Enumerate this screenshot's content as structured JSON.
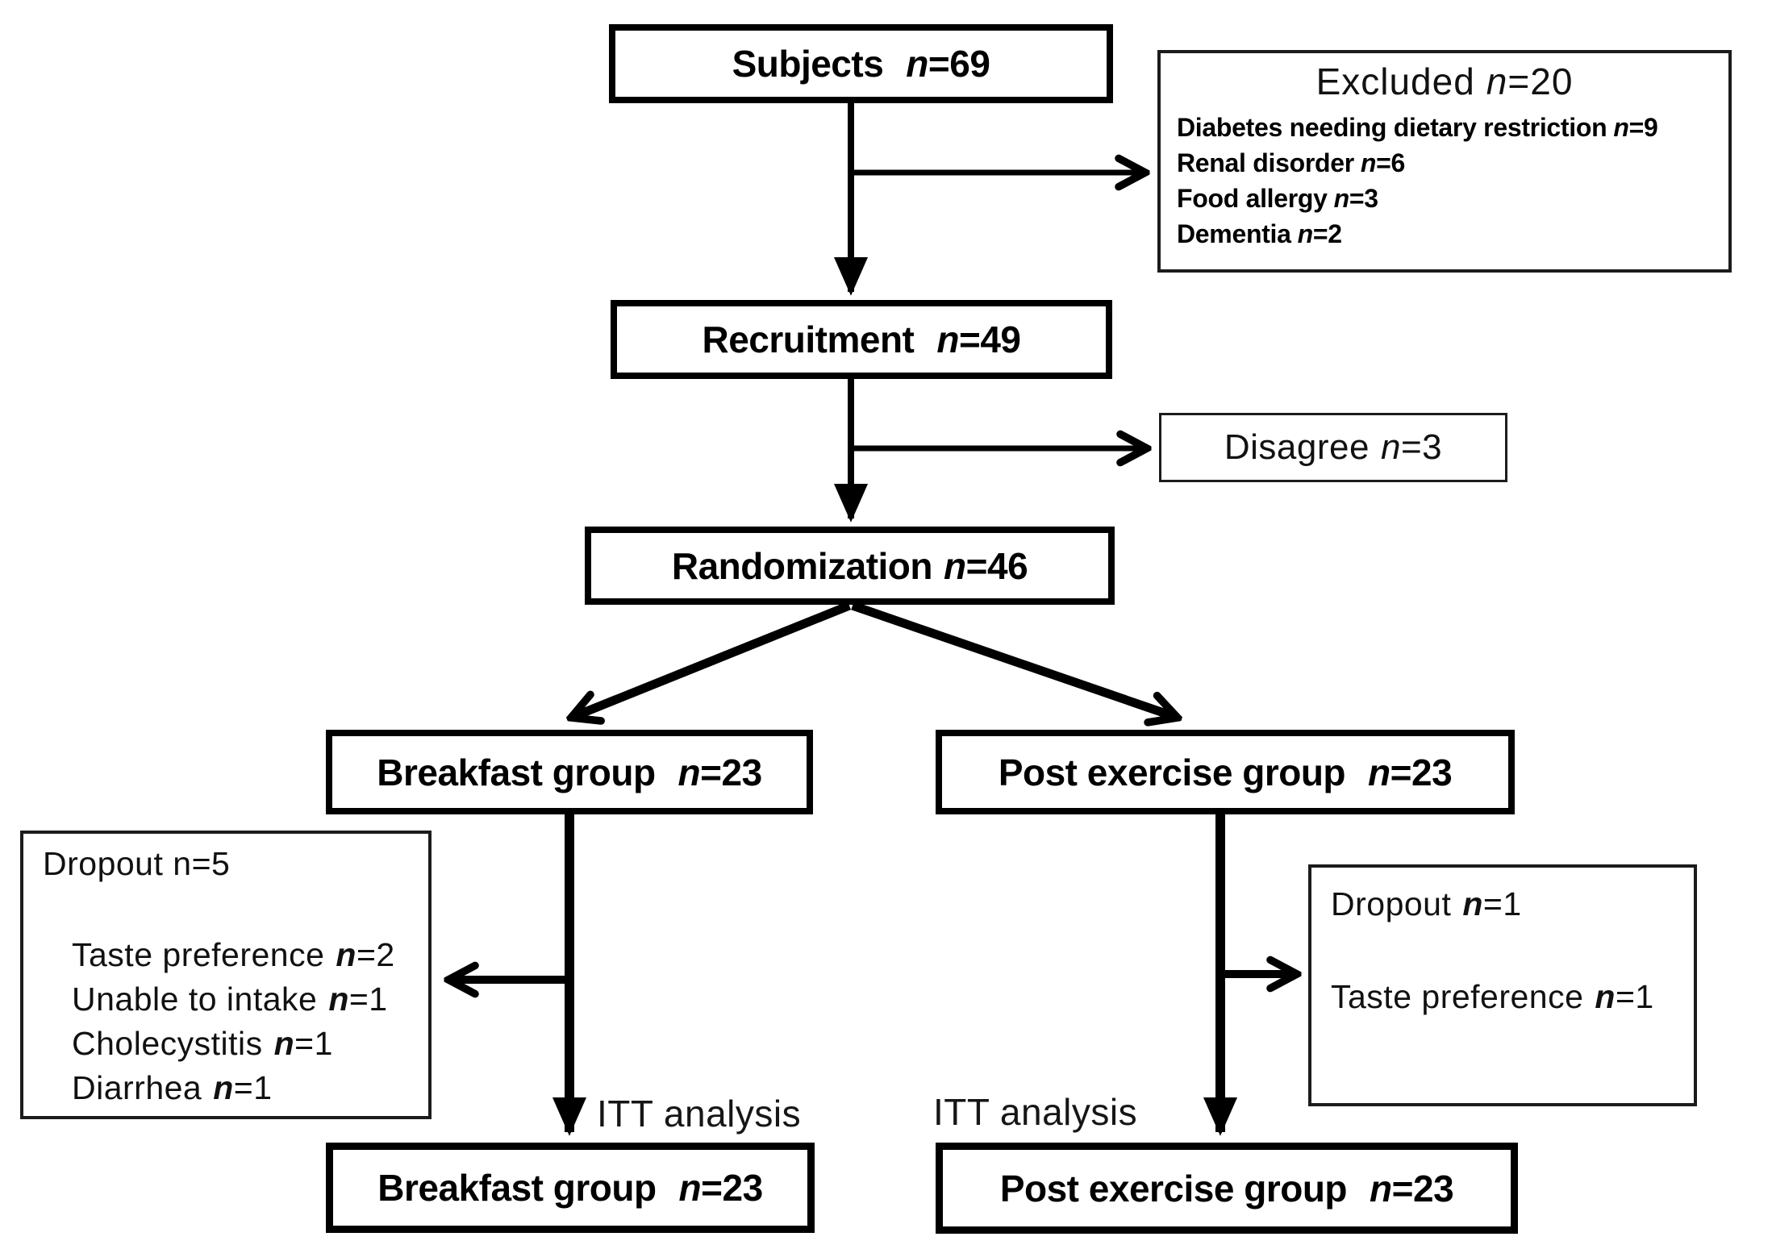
{
  "diagram": {
    "background": "#ffffff",
    "line_color": "#000000",
    "boxes": {
      "subjects": {
        "text": "Subjects",
        "n": "n",
        "value": "=69"
      },
      "excluded": {
        "title": {
          "text": "Excluded",
          "n": "n",
          "value": "=20"
        },
        "items": [
          {
            "text": "Diabetes needing dietary restriction",
            "n": "n",
            "value": "=9"
          },
          {
            "text": "Renal disorder",
            "n": "n",
            "value": "=6"
          },
          {
            "text": "Food allergy",
            "n": "n",
            "value": "=3"
          },
          {
            "text": "Dementia",
            "n": "n",
            "value": "=2"
          }
        ]
      },
      "recruitment": {
        "text": "Recruitment",
        "n": "n",
        "value": "=49"
      },
      "disagree": {
        "text": "Disagree",
        "n": "n",
        "value": "=3"
      },
      "randomization": {
        "text": "Randomization",
        "n": "n",
        "value": "=46"
      },
      "breakfast": {
        "text": "Breakfast group",
        "n": "n",
        "value": "=23"
      },
      "post_exercise": {
        "text": "Post exercise group",
        "n": "n",
        "value": "=23"
      },
      "dropout_left": {
        "title": {
          "text": "Dropout n",
          "value": "=5"
        },
        "items": [
          {
            "text": "Taste preference",
            "n": "n",
            "value": "=2"
          },
          {
            "text": "Unable to intake",
            "n": "n",
            "value": "=1"
          },
          {
            "text": "Cholecystitis",
            "n": "n",
            "value": "=1"
          },
          {
            "text": "Diarrhea",
            "n": "n",
            "value": "=1"
          }
        ]
      },
      "dropout_right": {
        "title": {
          "text": "Dropout",
          "n": "n",
          "value": "=1"
        },
        "items": [
          {
            "text": "Taste preference",
            "n": "n",
            "value": "=1"
          }
        ]
      },
      "breakfast_itt": {
        "text": "Breakfast group",
        "n": "n",
        "value": "=23"
      },
      "post_exercise_itt": {
        "text": "Post exercise group",
        "n": "n",
        "value": "=23"
      }
    },
    "labels": {
      "itt_left": "ITT analysis",
      "itt_right": "ITT analysis"
    }
  }
}
